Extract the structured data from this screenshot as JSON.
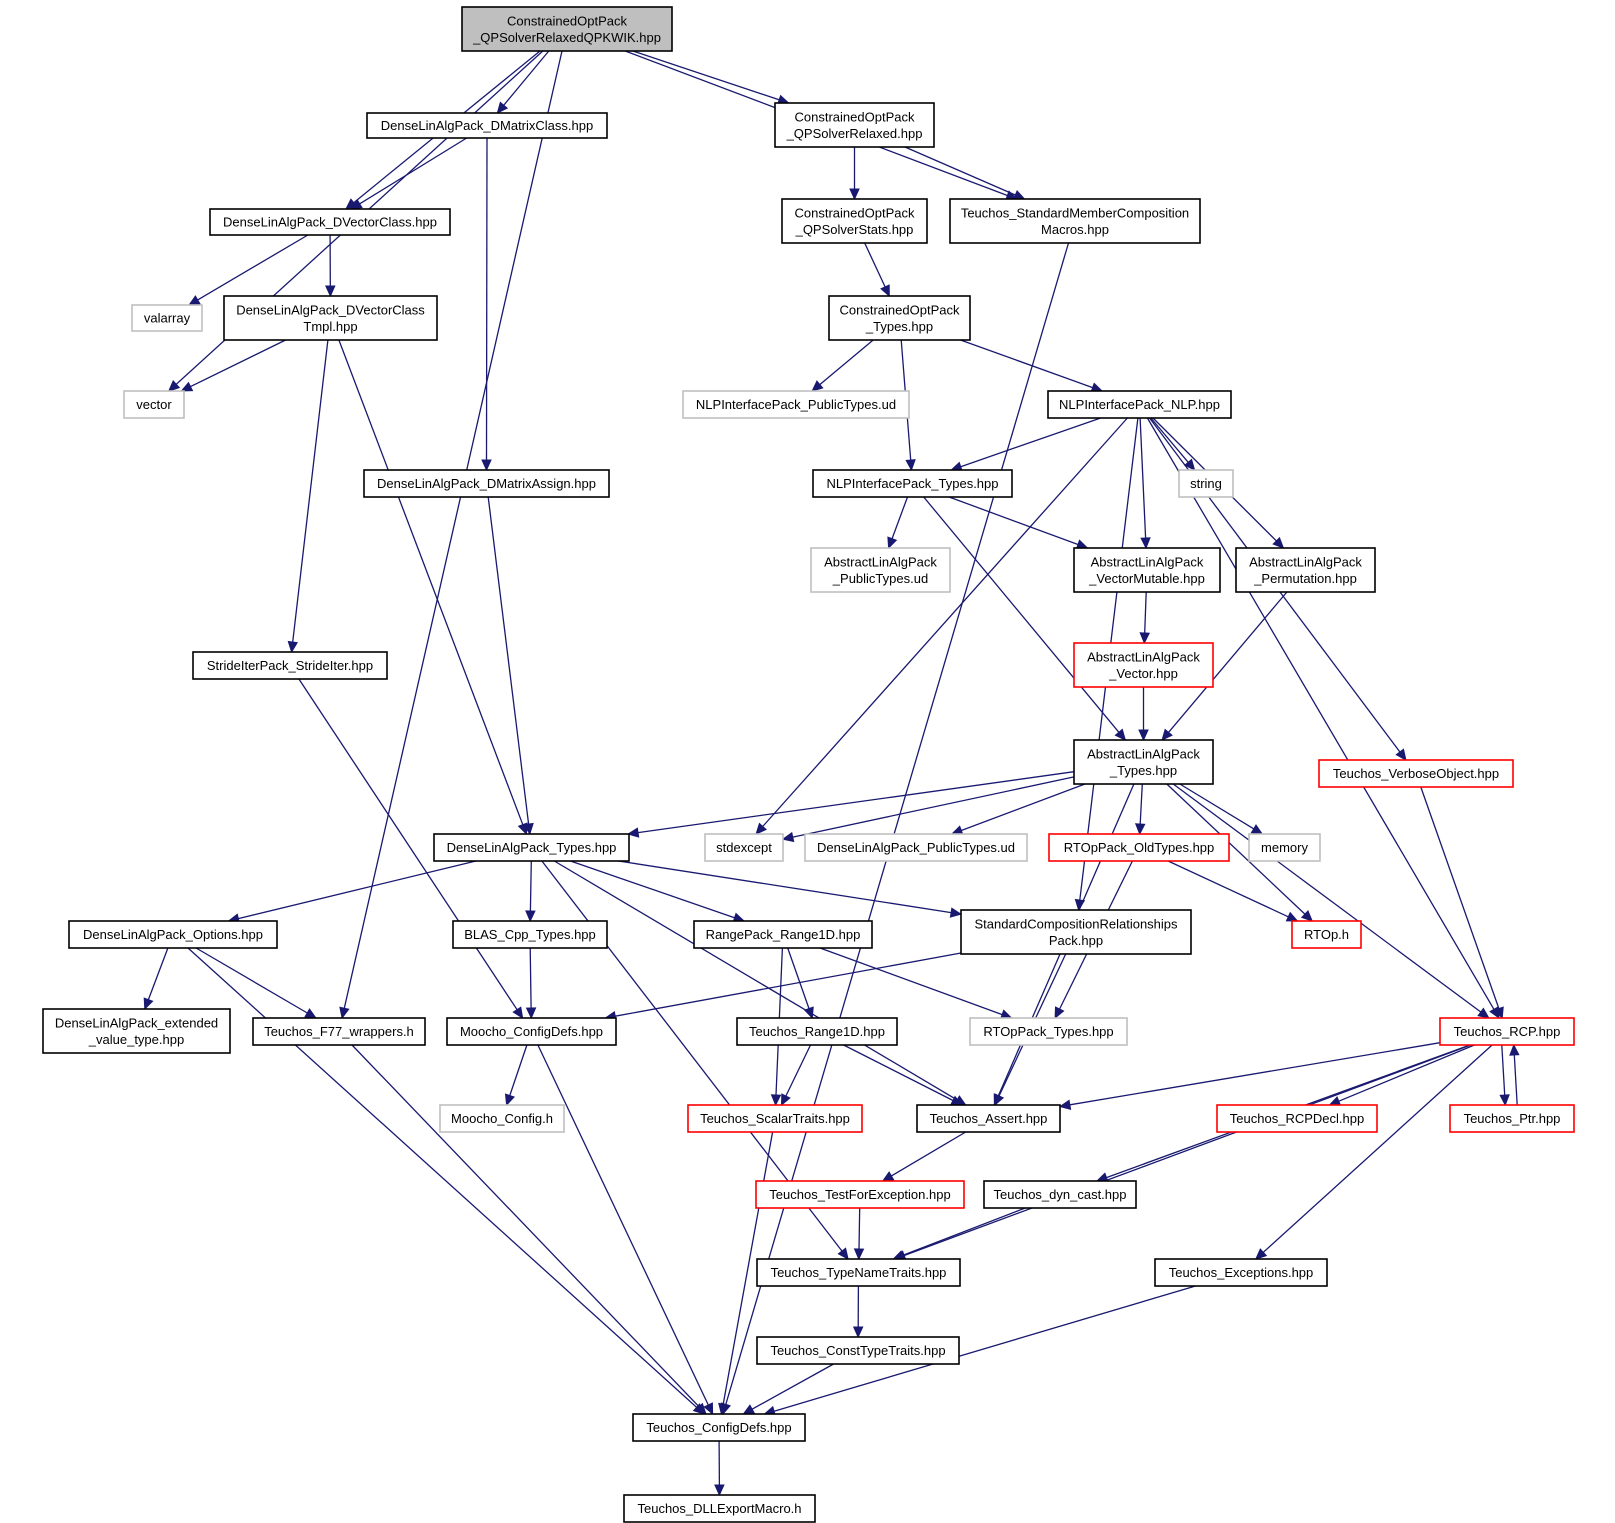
{
  "colors": {
    "edge": "#191970",
    "border_normal": "#000000",
    "border_missing": "#bfbfbf",
    "border_truncated": "#ff0000",
    "fill_root": "#bfbfbf",
    "fill_default": "#ffffff"
  },
  "nodes": [
    {
      "id": "root",
      "lines": [
        "ConstrainedOptPack",
        "_QPSolverRelaxedQPKWIK.hpp"
      ],
      "kind": "root"
    },
    {
      "id": "dmatrixclass",
      "lines": [
        "DenseLinAlgPack_DMatrixClass.hpp"
      ],
      "kind": "normal"
    },
    {
      "id": "qpsolverrelaxed",
      "lines": [
        "ConstrainedOptPack",
        "_QPSolverRelaxed.hpp"
      ],
      "kind": "normal"
    },
    {
      "id": "dvectorclass",
      "lines": [
        "DenseLinAlgPack_DVectorClass.hpp"
      ],
      "kind": "normal"
    },
    {
      "id": "qpsolverstats",
      "lines": [
        "ConstrainedOptPack",
        "_QPSolverStats.hpp"
      ],
      "kind": "normal"
    },
    {
      "id": "stdmembercomp",
      "lines": [
        "Teuchos_StandardMemberComposition",
        "Macros.hpp"
      ],
      "kind": "normal"
    },
    {
      "id": "valarray",
      "lines": [
        "valarray"
      ],
      "kind": "missing"
    },
    {
      "id": "dvectorclasstmpl",
      "lines": [
        "DenseLinAlgPack_DVectorClass",
        "Tmpl.hpp"
      ],
      "kind": "normal"
    },
    {
      "id": "copttypes",
      "lines": [
        "ConstrainedOptPack",
        "_Types.hpp"
      ],
      "kind": "normal"
    },
    {
      "id": "vector",
      "lines": [
        "vector"
      ],
      "kind": "missing"
    },
    {
      "id": "nlppubtypes",
      "lines": [
        "NLPInterfacePack_PublicTypes.ud"
      ],
      "kind": "missing"
    },
    {
      "id": "nlp",
      "lines": [
        "NLPInterfacePack_NLP.hpp"
      ],
      "kind": "normal"
    },
    {
      "id": "dmatrixassign",
      "lines": [
        "DenseLinAlgPack_DMatrixAssign.hpp"
      ],
      "kind": "normal"
    },
    {
      "id": "nlptypes",
      "lines": [
        "NLPInterfacePack_Types.hpp"
      ],
      "kind": "normal"
    },
    {
      "id": "string",
      "lines": [
        "string"
      ],
      "kind": "missing"
    },
    {
      "id": "alapubtypes",
      "lines": [
        "AbstractLinAlgPack",
        "_PublicTypes.ud"
      ],
      "kind": "missing"
    },
    {
      "id": "vectormutable",
      "lines": [
        "AbstractLinAlgPack",
        "_VectorMutable.hpp"
      ],
      "kind": "normal"
    },
    {
      "id": "permutation",
      "lines": [
        "AbstractLinAlgPack",
        "_Permutation.hpp"
      ],
      "kind": "normal"
    },
    {
      "id": "strideiter",
      "lines": [
        "StrideIterPack_StrideIter.hpp"
      ],
      "kind": "normal"
    },
    {
      "id": "alavector",
      "lines": [
        "AbstractLinAlgPack",
        "_Vector.hpp"
      ],
      "kind": "truncated"
    },
    {
      "id": "alatypes",
      "lines": [
        "AbstractLinAlgPack",
        "_Types.hpp"
      ],
      "kind": "normal"
    },
    {
      "id": "verboseobj",
      "lines": [
        "Teuchos_VerboseObject.hpp"
      ],
      "kind": "truncated"
    },
    {
      "id": "dlatypes",
      "lines": [
        "DenseLinAlgPack_Types.hpp"
      ],
      "kind": "normal"
    },
    {
      "id": "stdexcept",
      "lines": [
        "stdexcept"
      ],
      "kind": "missing"
    },
    {
      "id": "dlapubtypes",
      "lines": [
        "DenseLinAlgPack_PublicTypes.ud"
      ],
      "kind": "missing"
    },
    {
      "id": "rtopoldtypes",
      "lines": [
        "RTOpPack_OldTypes.hpp"
      ],
      "kind": "truncated"
    },
    {
      "id": "memory",
      "lines": [
        "memory"
      ],
      "kind": "missing"
    },
    {
      "id": "options",
      "lines": [
        "DenseLinAlgPack_Options.hpp"
      ],
      "kind": "normal"
    },
    {
      "id": "blastypes",
      "lines": [
        "BLAS_Cpp_Types.hpp"
      ],
      "kind": "normal"
    },
    {
      "id": "range1d",
      "lines": [
        "RangePack_Range1D.hpp"
      ],
      "kind": "normal"
    },
    {
      "id": "stdcomprel",
      "lines": [
        "StandardCompositionRelationships",
        "Pack.hpp"
      ],
      "kind": "normal"
    },
    {
      "id": "rtoph",
      "lines": [
        "RTOp.h"
      ],
      "kind": "truncated"
    },
    {
      "id": "extvalue",
      "lines": [
        "DenseLinAlgPack_extended",
        "_value_type.hpp"
      ],
      "kind": "normal"
    },
    {
      "id": "f77wrappers",
      "lines": [
        "Teuchos_F77_wrappers.h"
      ],
      "kind": "normal"
    },
    {
      "id": "mochoconfigdefs",
      "lines": [
        "Moocho_ConfigDefs.hpp"
      ],
      "kind": "normal"
    },
    {
      "id": "trange1d",
      "lines": [
        "Teuchos_Range1D.hpp"
      ],
      "kind": "normal"
    },
    {
      "id": "rtoptypes",
      "lines": [
        "RTOpPack_Types.hpp"
      ],
      "kind": "missing"
    },
    {
      "id": "rcp",
      "lines": [
        "Teuchos_RCP.hpp"
      ],
      "kind": "truncated"
    },
    {
      "id": "mochoconfig",
      "lines": [
        "Moocho_Config.h"
      ],
      "kind": "missing"
    },
    {
      "id": "scalartraits",
      "lines": [
        "Teuchos_ScalarTraits.hpp"
      ],
      "kind": "truncated"
    },
    {
      "id": "assert",
      "lines": [
        "Teuchos_Assert.hpp"
      ],
      "kind": "normal"
    },
    {
      "id": "rcpdecl",
      "lines": [
        "Teuchos_RCPDecl.hpp"
      ],
      "kind": "truncated"
    },
    {
      "id": "ptr",
      "lines": [
        "Teuchos_Ptr.hpp"
      ],
      "kind": "truncated"
    },
    {
      "id": "testforexc",
      "lines": [
        "Teuchos_TestForException.hpp"
      ],
      "kind": "truncated"
    },
    {
      "id": "dyncast",
      "lines": [
        "Teuchos_dyn_cast.hpp"
      ],
      "kind": "normal"
    },
    {
      "id": "typenametraits",
      "lines": [
        "Teuchos_TypeNameTraits.hpp"
      ],
      "kind": "normal"
    },
    {
      "id": "exceptions",
      "lines": [
        "Teuchos_Exceptions.hpp"
      ],
      "kind": "normal"
    },
    {
      "id": "consttypetraits",
      "lines": [
        "Teuchos_ConstTypeTraits.hpp"
      ],
      "kind": "normal"
    },
    {
      "id": "configdefs",
      "lines": [
        "Teuchos_ConfigDefs.hpp"
      ],
      "kind": "normal"
    },
    {
      "id": "dllexport",
      "lines": [
        "Teuchos_DLLExportMacro.h"
      ],
      "kind": "normal"
    }
  ],
  "edges": [
    [
      "root",
      "dmatrixclass"
    ],
    [
      "root",
      "qpsolverrelaxed"
    ],
    [
      "root",
      "dvectorclass"
    ],
    [
      "root",
      "stdmembercomp"
    ],
    [
      "root",
      "vector"
    ],
    [
      "root",
      "f77wrappers"
    ],
    [
      "dmatrixclass",
      "dvectorclass"
    ],
    [
      "dmatrixclass",
      "dmatrixassign"
    ],
    [
      "qpsolverrelaxed",
      "qpsolverstats"
    ],
    [
      "qpsolverrelaxed",
      "stdmembercomp"
    ],
    [
      "dvectorclass",
      "valarray"
    ],
    [
      "dvectorclass",
      "dvectorclasstmpl"
    ],
    [
      "qpsolverstats",
      "copttypes"
    ],
    [
      "stdmembercomp",
      "configdefs"
    ],
    [
      "dvectorclasstmpl",
      "vector"
    ],
    [
      "dvectorclasstmpl",
      "strideiter"
    ],
    [
      "dvectorclasstmpl",
      "dlatypes"
    ],
    [
      "copttypes",
      "nlppubtypes"
    ],
    [
      "copttypes",
      "nlp"
    ],
    [
      "copttypes",
      "nlptypes"
    ],
    [
      "nlp",
      "nlptypes"
    ],
    [
      "nlp",
      "string"
    ],
    [
      "nlp",
      "vectormutable"
    ],
    [
      "nlp",
      "permutation"
    ],
    [
      "nlp",
      "verboseobj"
    ],
    [
      "nlp",
      "rcp"
    ],
    [
      "nlp",
      "stdexcept"
    ],
    [
      "nlp",
      "stdcomprel"
    ],
    [
      "dmatrixassign",
      "dlatypes"
    ],
    [
      "nlptypes",
      "alapubtypes"
    ],
    [
      "nlptypes",
      "vectormutable"
    ],
    [
      "nlptypes",
      "alatypes"
    ],
    [
      "vectormutable",
      "alavector"
    ],
    [
      "permutation",
      "alatypes"
    ],
    [
      "alavector",
      "alatypes"
    ],
    [
      "strideiter",
      "mochoconfigdefs"
    ],
    [
      "alatypes",
      "dlatypes"
    ],
    [
      "alatypes",
      "stdexcept"
    ],
    [
      "alatypes",
      "dlapubtypes"
    ],
    [
      "alatypes",
      "rtopoldtypes"
    ],
    [
      "alatypes",
      "memory"
    ],
    [
      "alatypes",
      "rtoph"
    ],
    [
      "alatypes",
      "rcp"
    ],
    [
      "alatypes",
      "assert"
    ],
    [
      "verboseobj",
      "rcp"
    ],
    [
      "dlatypes",
      "options"
    ],
    [
      "dlatypes",
      "blastypes"
    ],
    [
      "dlatypes",
      "range1d"
    ],
    [
      "dlatypes",
      "stdcomprel"
    ],
    [
      "dlatypes",
      "assert"
    ],
    [
      "dlatypes",
      "typenametraits"
    ],
    [
      "rtopoldtypes",
      "rtoph"
    ],
    [
      "rtopoldtypes",
      "rtoptypes"
    ],
    [
      "options",
      "extvalue"
    ],
    [
      "options",
      "f77wrappers"
    ],
    [
      "options",
      "configdefs"
    ],
    [
      "blastypes",
      "mochoconfigdefs"
    ],
    [
      "range1d",
      "trange1d"
    ],
    [
      "range1d",
      "scalartraits"
    ],
    [
      "range1d",
      "rtoptypes"
    ],
    [
      "stdcomprel",
      "mochoconfigdefs"
    ],
    [
      "stdcomprel",
      "assert"
    ],
    [
      "f77wrappers",
      "configdefs"
    ],
    [
      "mochoconfigdefs",
      "mochoconfig"
    ],
    [
      "mochoconfigdefs",
      "configdefs"
    ],
    [
      "trange1d",
      "scalartraits"
    ],
    [
      "trange1d",
      "assert"
    ],
    [
      "rcp",
      "assert"
    ],
    [
      "rcp",
      "rcpdecl"
    ],
    [
      "rcp",
      "ptr"
    ],
    [
      "rcp",
      "dyncast"
    ],
    [
      "rcp",
      "typenametraits"
    ],
    [
      "rcp",
      "exceptions"
    ],
    [
      "ptr",
      "rcp"
    ],
    [
      "scalartraits",
      "configdefs"
    ],
    [
      "assert",
      "testforexc"
    ],
    [
      "testforexc",
      "typenametraits"
    ],
    [
      "dyncast",
      "typenametraits"
    ],
    [
      "typenametraits",
      "consttypetraits"
    ],
    [
      "exceptions",
      "configdefs"
    ],
    [
      "consttypetraits",
      "configdefs"
    ],
    [
      "configdefs",
      "dllexport"
    ]
  ]
}
